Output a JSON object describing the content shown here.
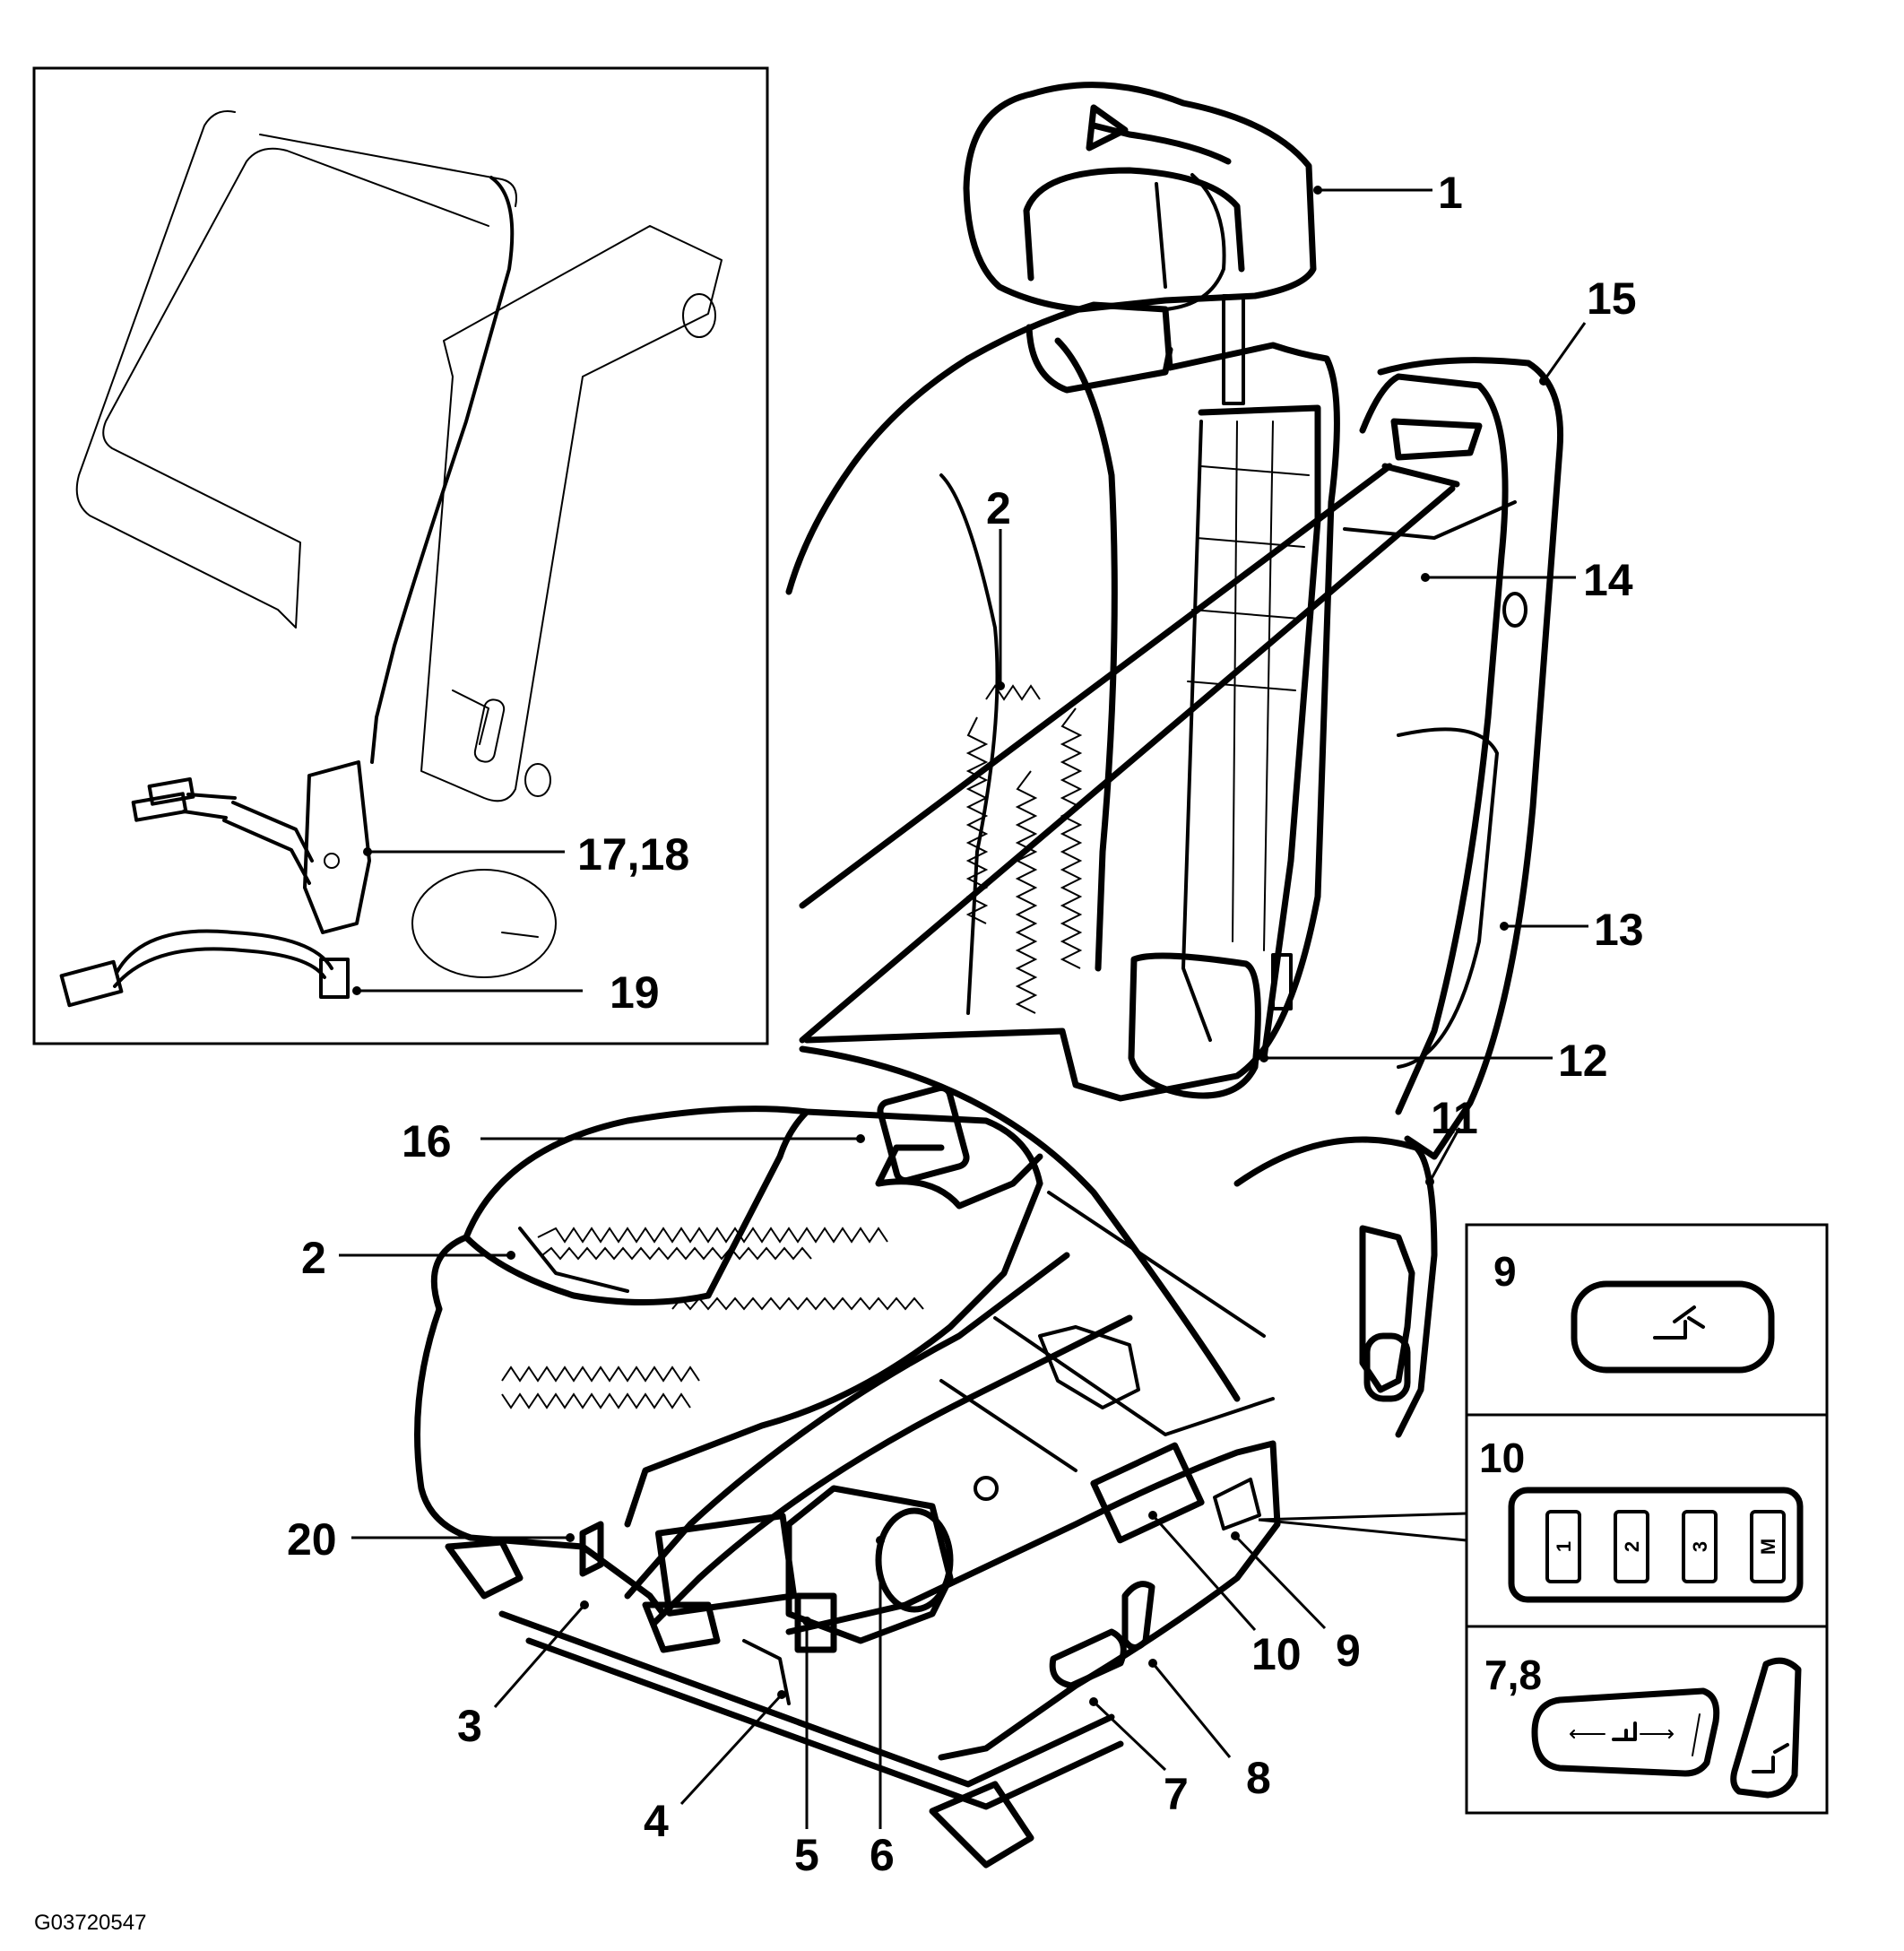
{
  "figure_id": "G03720547",
  "callouts": [
    {
      "id": "c1",
      "label": "1"
    },
    {
      "id": "c2a",
      "label": "2"
    },
    {
      "id": "c2b",
      "label": "2"
    },
    {
      "id": "c3",
      "label": "3"
    },
    {
      "id": "c4",
      "label": "4"
    },
    {
      "id": "c5",
      "label": "5"
    },
    {
      "id": "c6",
      "label": "6"
    },
    {
      "id": "c7",
      "label": "7"
    },
    {
      "id": "c8",
      "label": "8"
    },
    {
      "id": "c9",
      "label": "9"
    },
    {
      "id": "c10",
      "label": "10"
    },
    {
      "id": "c11",
      "label": "11"
    },
    {
      "id": "c12",
      "label": "12"
    },
    {
      "id": "c13",
      "label": "13"
    },
    {
      "id": "c14",
      "label": "14"
    },
    {
      "id": "c15",
      "label": "15"
    },
    {
      "id": "c16",
      "label": "16"
    },
    {
      "id": "c1718",
      "label": "17,18"
    },
    {
      "id": "c19",
      "label": "19"
    },
    {
      "id": "c20",
      "label": "20"
    }
  ],
  "switch_panels": {
    "panel_9": {
      "label": "9"
    },
    "panel_10": {
      "label": "10",
      "keys": [
        "1",
        "2",
        "3",
        "M"
      ]
    },
    "panel_78": {
      "label": "7,8"
    }
  }
}
